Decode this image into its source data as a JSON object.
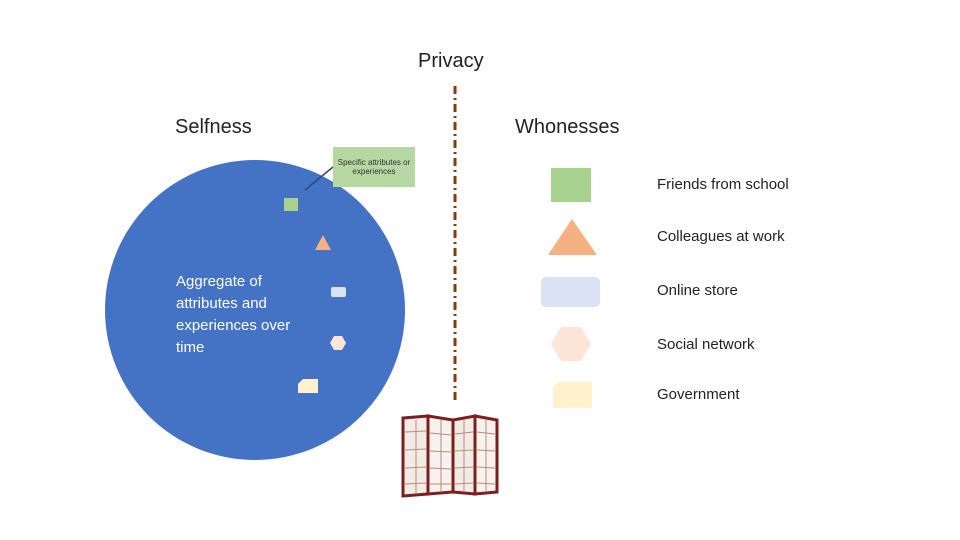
{
  "title": "Privacy",
  "left_heading": "Selfness",
  "right_heading": "Whonesses",
  "callout": "Specific attributes or experiences",
  "circle_text": "Aggregate of attributes and experiences over time",
  "legend": [
    {
      "label": "Friends from school",
      "shape": "square",
      "color": "#a9d18e"
    },
    {
      "label": "Colleagues at work",
      "shape": "triangle",
      "color": "#f4b183"
    },
    {
      "label": "Online store",
      "shape": "rounded-rect",
      "color": "#dae3f3"
    },
    {
      "label": "Social network",
      "shape": "hexagon",
      "color": "#fbe5d6"
    },
    {
      "label": "Government",
      "shape": "folded-rect",
      "color": "#fff2cc"
    }
  ],
  "colors": {
    "circle": "#4472c4",
    "divider": "#843c0c",
    "screen_frame": "#7b1f1f"
  },
  "icons": [
    "privacy-screen-icon"
  ]
}
